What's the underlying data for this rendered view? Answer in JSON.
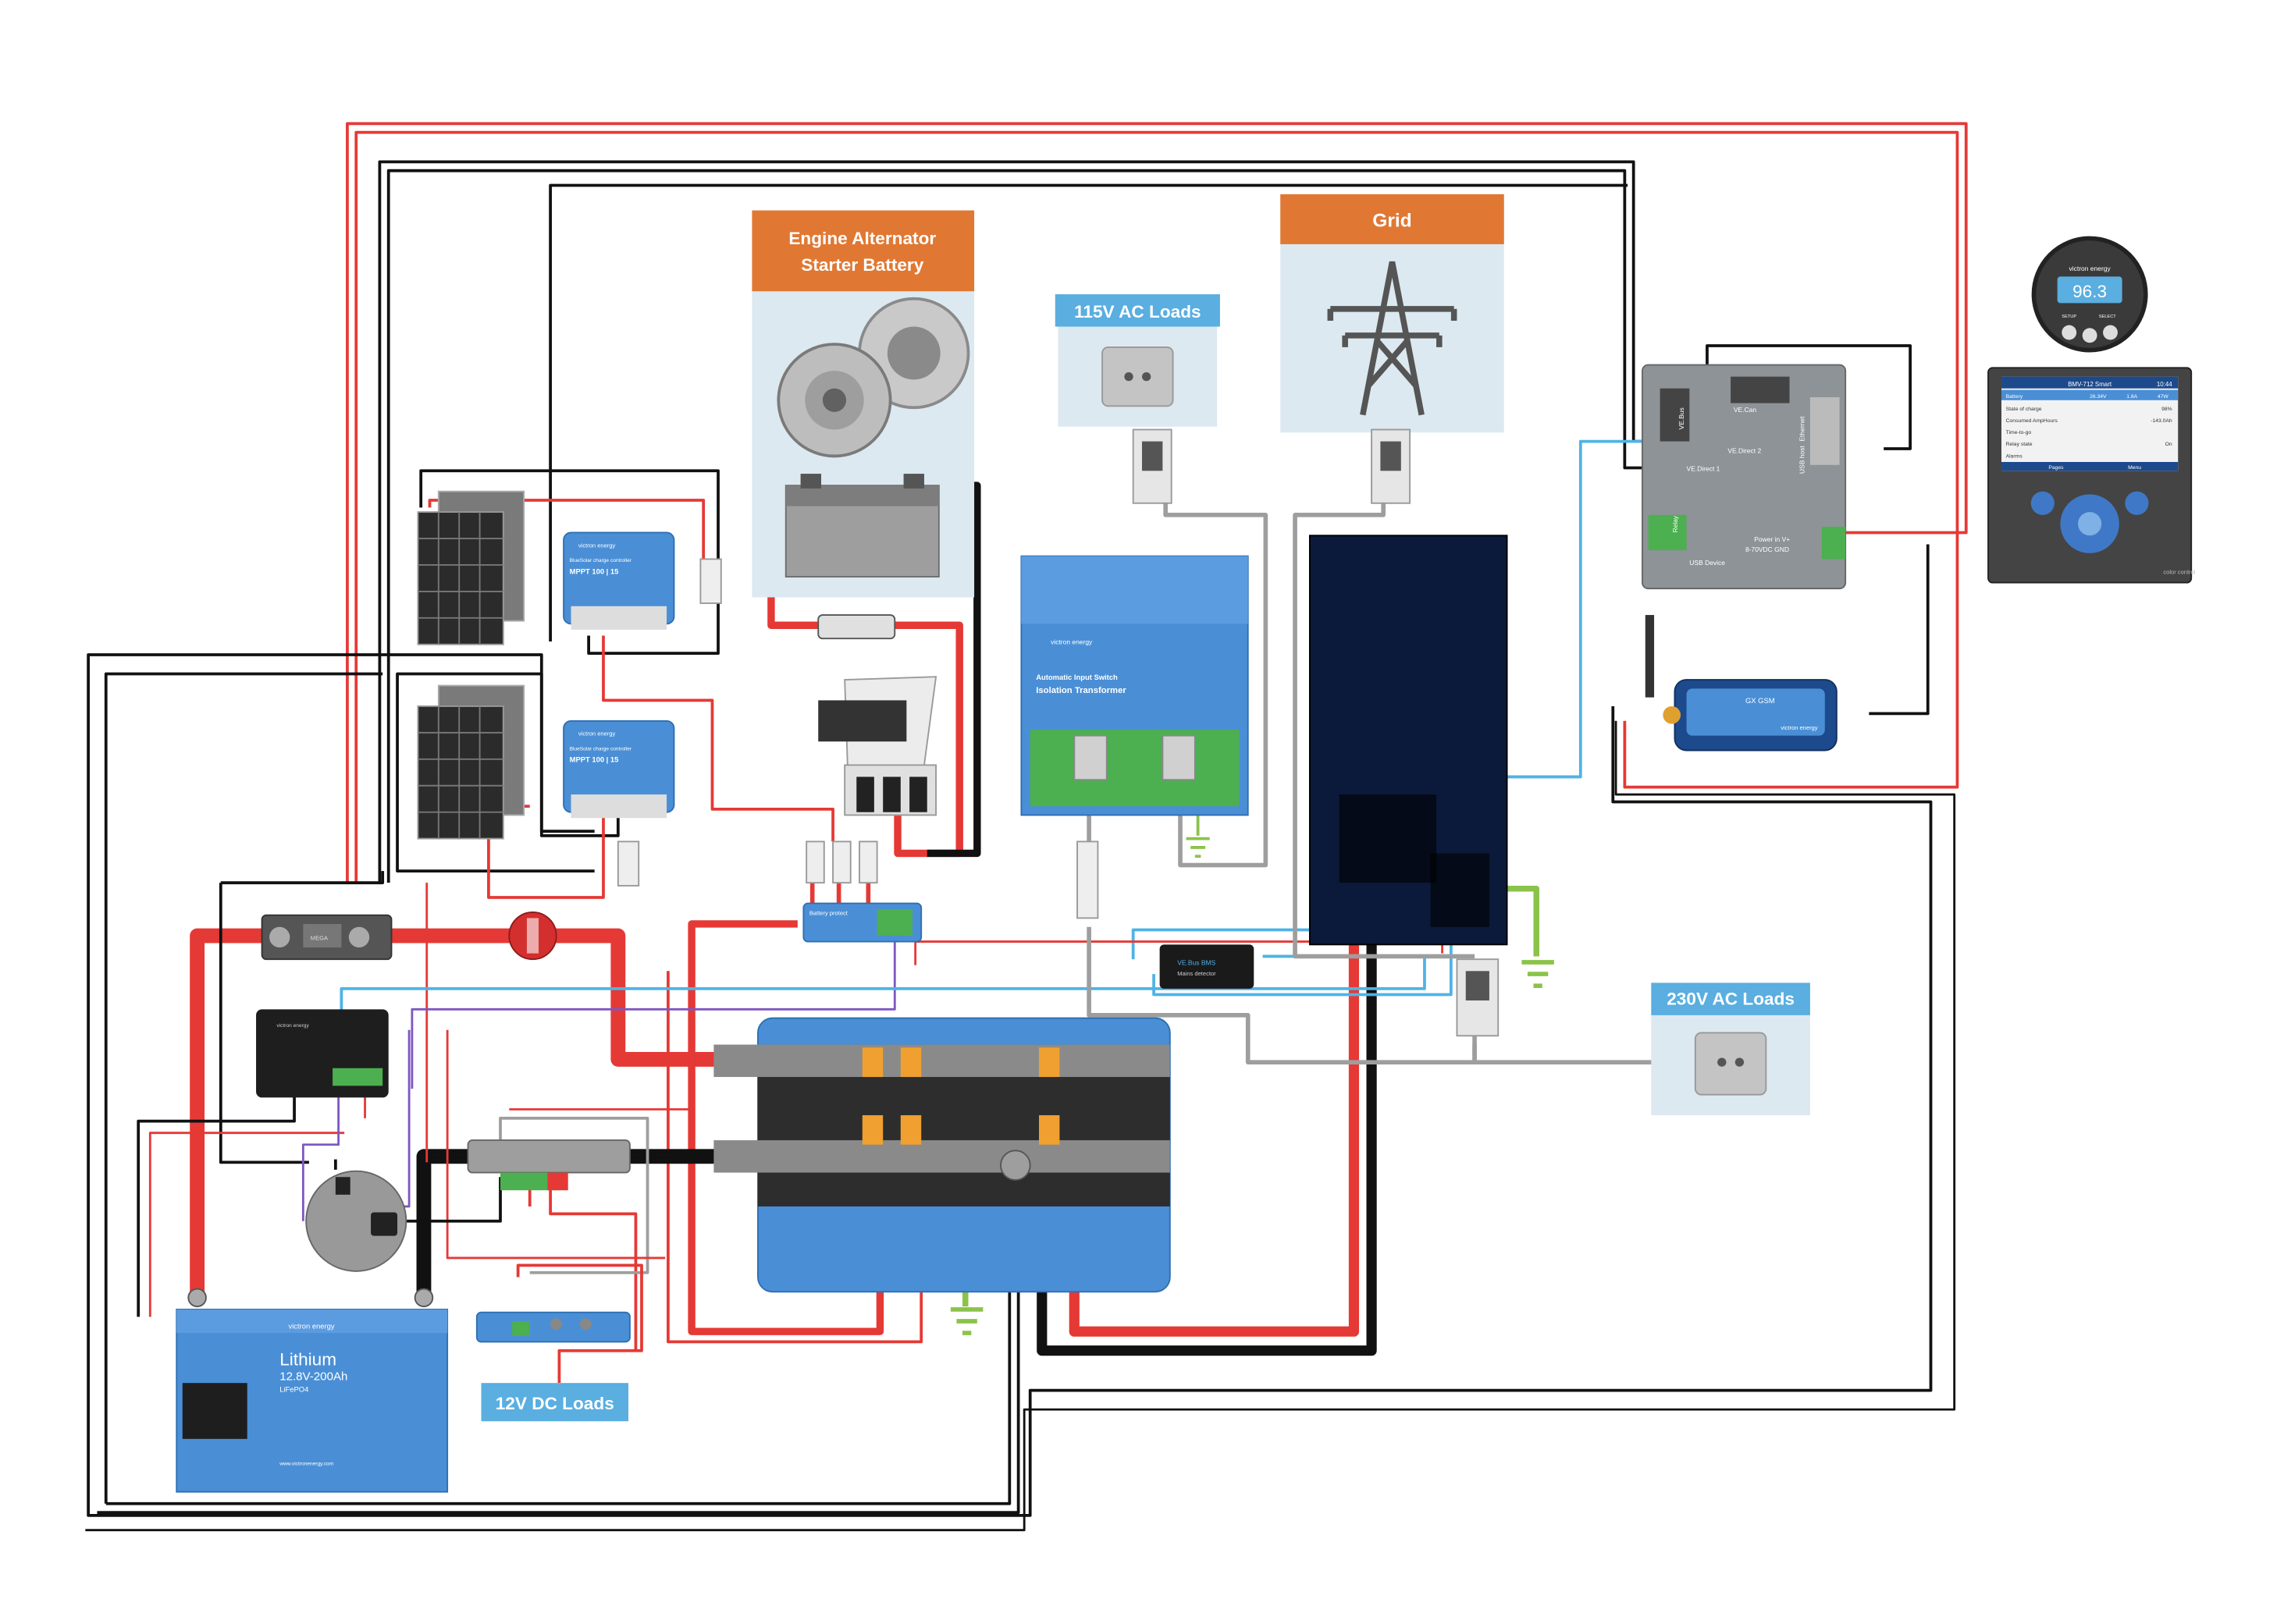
{
  "colors": {
    "orange_header": "#e07833",
    "blue_label": "#5aaee0",
    "pale_panel": "#dce9f0",
    "victron_blue": "#4a8fd6",
    "dark_blue_device": "#3b6fb8",
    "wire_red": "#e53935",
    "wire_black": "#111111",
    "wire_gray": "#9e9e9e",
    "wire_green": "#8bc34a",
    "wire_blue": "#4fb3e6",
    "wire_purple": "#7e57c2",
    "gx_gray": "#8e9397",
    "inverter_dark": "#0b1a3a"
  },
  "labels": {
    "engine": "Engine Alternator Starter Battery",
    "engine_line1": "Engine Alternator",
    "engine_line2": "Starter Battery",
    "grid": "Grid",
    "ac115": "115V AC Loads",
    "ac230": "230V AC Loads",
    "dc12": "12V DC Loads"
  },
  "mppt": {
    "brand": "victron energy",
    "subtitle": "BlueSolar charge controller",
    "model": "MPPT 100 | 15"
  },
  "isolation": {
    "brand": "victron energy",
    "line1": "Automatic Input Switch",
    "line2": "Isolation Transformer"
  },
  "battery": {
    "brand": "victron energy",
    "title": "Lithium",
    "spec": "12.8V-200Ah",
    "chem": "LiFePO4",
    "url": "www.victronenergy.com"
  },
  "bmv": {
    "brand": "victron energy",
    "reading": "96.3",
    "btn_left": "SETUP",
    "btn_right": "SELECT"
  },
  "ccgx": {
    "header_title": "BMV-712 Smart",
    "time": "10:44",
    "brand": "color control",
    "rows": [
      {
        "label": "Battery",
        "v1": "26.34V",
        "v2": "1.8A",
        "v3": "47W"
      },
      {
        "label": "State of charge",
        "value": "98%"
      },
      {
        "label": "Consumed AmpHours",
        "value": "-143.0Ah"
      },
      {
        "label": "Time-to-go",
        "value": ""
      },
      {
        "label": "Relay state",
        "value": "On"
      },
      {
        "label": "Alarms",
        "value": ""
      }
    ],
    "footer_left": "Pages",
    "footer_right": "Menu"
  },
  "gx": {
    "port_vecan": "VE.Can",
    "port_vebus": "VE.Bus",
    "port_vedirect1": "VE.Direct 1",
    "port_vedirect2": "VE.Direct 2",
    "port_ethernet": "Ethernet",
    "port_usbhost": "USB host",
    "port_relay": "Relay",
    "port_usbdevice": "USB Device",
    "power_line1": "Power in  V+",
    "power_line2": "8-70VDC GND"
  },
  "gsm": {
    "title": "GX GSM",
    "brand": "victron energy"
  },
  "vebus_bms": {
    "line1": "VE.Bus BMS",
    "line2": "Mains detector"
  },
  "mega": "MEGA",
  "battery_protect": "Battery protect",
  "victron_brand": "victron energy"
}
